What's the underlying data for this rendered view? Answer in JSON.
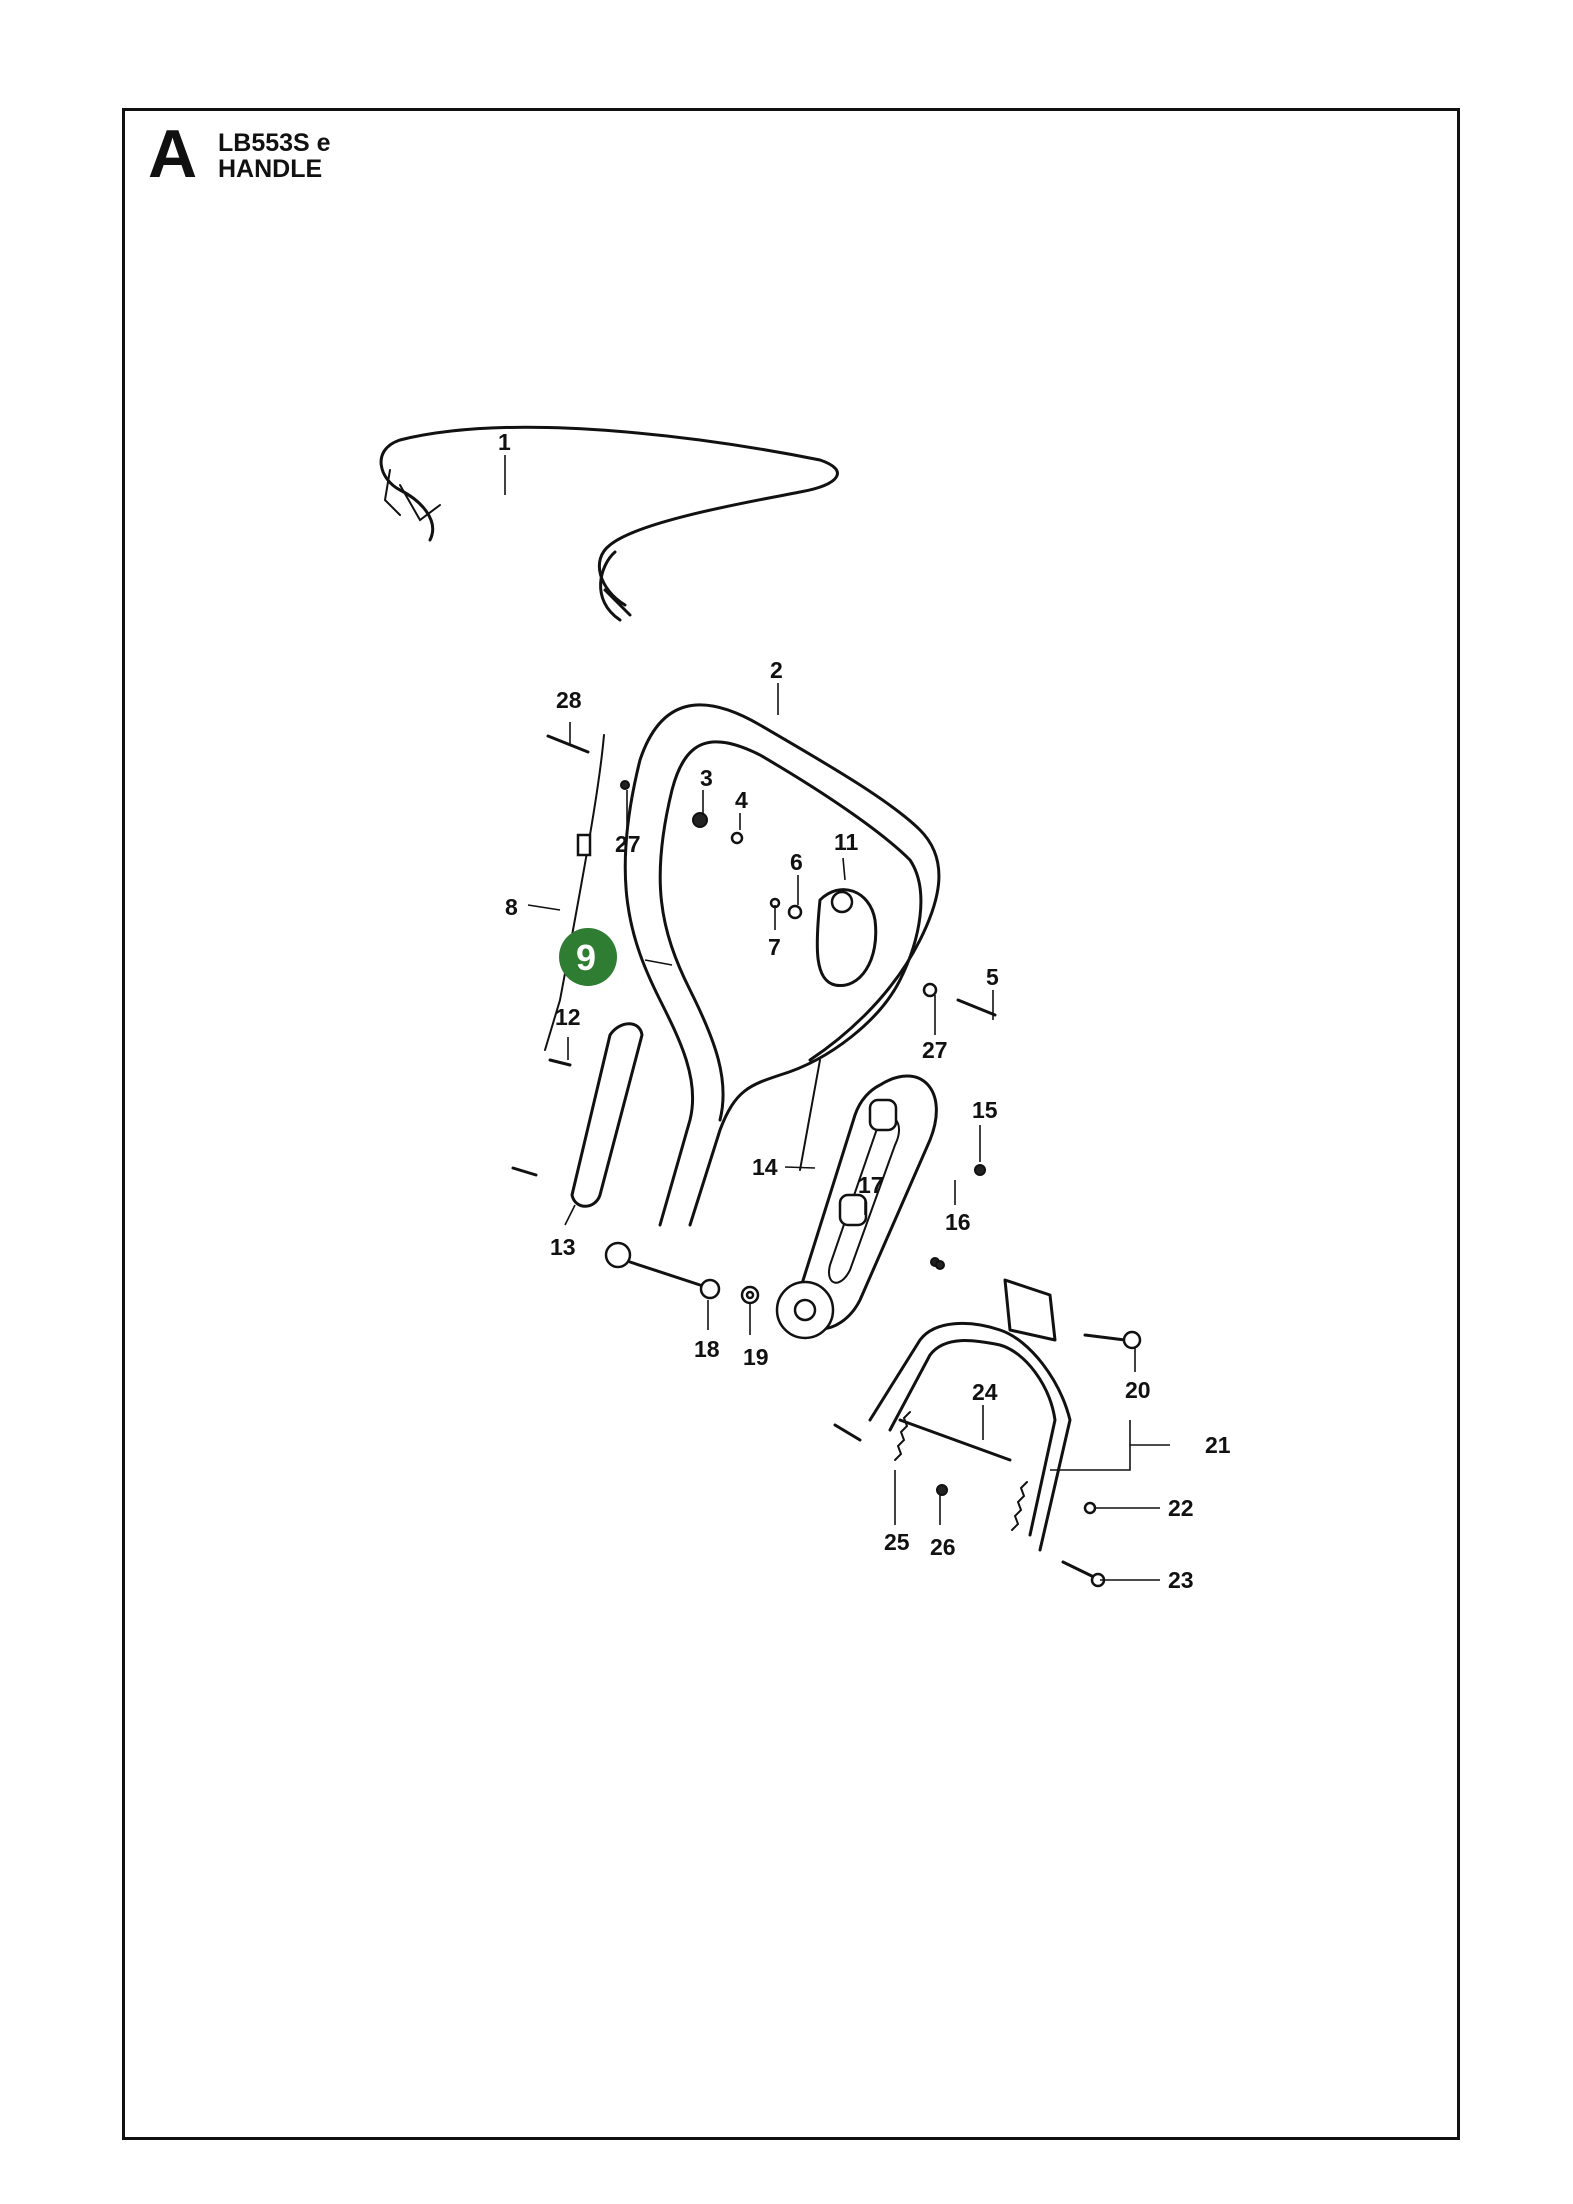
{
  "header": {
    "section_letter": "A",
    "model": "LB553S e",
    "title": "HANDLE"
  },
  "colors": {
    "highlight": "#2e7d32",
    "line": "#111111"
  },
  "callouts": [
    {
      "id": "1",
      "label": "1"
    },
    {
      "id": "2",
      "label": "2"
    },
    {
      "id": "3",
      "label": "3"
    },
    {
      "id": "4",
      "label": "4"
    },
    {
      "id": "5",
      "label": "5"
    },
    {
      "id": "6",
      "label": "6"
    },
    {
      "id": "7",
      "label": "7"
    },
    {
      "id": "8",
      "label": "8"
    },
    {
      "id": "9",
      "label": "9",
      "highlighted": true
    },
    {
      "id": "11",
      "label": "11"
    },
    {
      "id": "12",
      "label": "12"
    },
    {
      "id": "13",
      "label": "13"
    },
    {
      "id": "14",
      "label": "14"
    },
    {
      "id": "15",
      "label": "15"
    },
    {
      "id": "16",
      "label": "16"
    },
    {
      "id": "17",
      "label": "17"
    },
    {
      "id": "18",
      "label": "18"
    },
    {
      "id": "19",
      "label": "19"
    },
    {
      "id": "20",
      "label": "20"
    },
    {
      "id": "21",
      "label": "21"
    },
    {
      "id": "22",
      "label": "22"
    },
    {
      "id": "23",
      "label": "23"
    },
    {
      "id": "24",
      "label": "24"
    },
    {
      "id": "25",
      "label": "25"
    },
    {
      "id": "26",
      "label": "26"
    },
    {
      "id": "27a",
      "label": "27"
    },
    {
      "id": "27b",
      "label": "27"
    },
    {
      "id": "28",
      "label": "28"
    }
  ]
}
